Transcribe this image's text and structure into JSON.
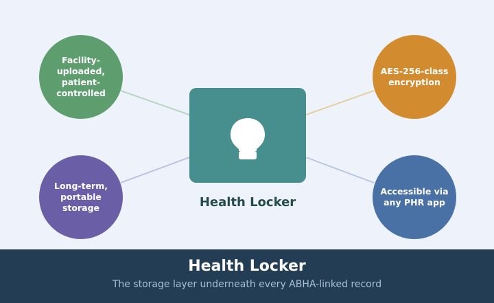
{
  "diagram": {
    "center": {
      "label": "Health Locker",
      "icon": "lightbulb-icon",
      "color": "#478e8e"
    },
    "nodes": {
      "top_left": {
        "label": "Facility-uploaded,\npatient-controlled",
        "color": "#5e9e6e"
      },
      "top_right": {
        "label": "AES-256-class\nencryption",
        "color": "#d38b30"
      },
      "bottom_left": {
        "label": "Long-term,\nportable storage",
        "color": "#6a5ea6"
      },
      "bottom_right": {
        "label": "Accessible via\nany PHR app",
        "color": "#4a71a5"
      }
    }
  },
  "footer": {
    "title": "Health Locker",
    "subtitle": "The storage layer underneath every ABHA-linked record",
    "background": "#233d55"
  }
}
